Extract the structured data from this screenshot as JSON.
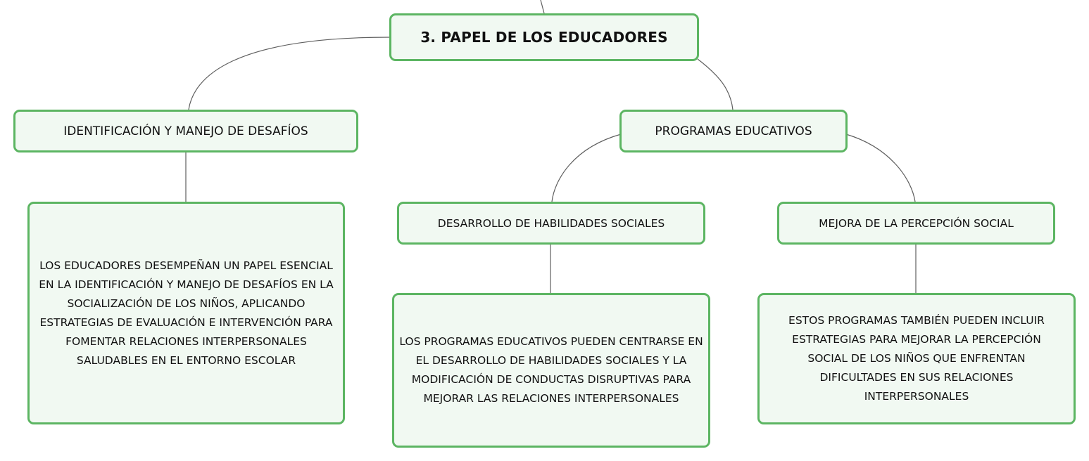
{
  "diagram": {
    "type": "concept-map",
    "colors": {
      "node_border": "#5cb562",
      "node_fill": "#f1f9f2",
      "connector": "#5f5f5f"
    },
    "nodes": {
      "root": "3. PAPEL DE LOS EDUCADORES",
      "identificacion": "IDENTIFICACIÓN Y MANEJO DE DESAFÍOS",
      "programas": "PROGRAMAS EDUCATIVOS",
      "habilidades": "DESARROLLO DE HABILIDADES SOCIALES",
      "percepcion": "MEJORA DE LA PERCEPCIÓN SOCIAL",
      "identificacion_detail": "LOS EDUCADORES DESEMPEÑAN UN PAPEL ESENCIAL EN LA IDENTIFICACIÓN Y MANEJO DE DESAFÍOS EN LA SOCIALIZACIÓN DE LOS NIÑOS, APLICANDO ESTRATEGIAS DE EVALUACIÓN E INTERVENCIÓN PARA FOMENTAR RELACIONES INTERPERSONALES SALUDABLES EN EL ENTORNO ESCOLAR",
      "habilidades_detail": "LOS PROGRAMAS EDUCATIVOS PUEDEN CENTRARSE EN EL DESARROLLO DE HABILIDADES SOCIALES Y LA MODIFICACIÓN DE CONDUCTAS DISRUPTIVAS PARA MEJORAR LAS RELACIONES INTERPERSONALES",
      "percepcion_detail": "ESTOS PROGRAMAS TAMBIÉN PUEDEN INCLUIR ESTRATEGIAS PARA MEJORAR LA PERCEPCIÓN SOCIAL DE LOS NIÑOS QUE ENFRENTAN DIFICULTADES EN SUS RELACIONES INTERPERSONALES"
    },
    "edges": [
      [
        "root",
        "identificacion"
      ],
      [
        "root",
        "programas"
      ],
      [
        "identificacion",
        "identificacion_detail"
      ],
      [
        "programas",
        "habilidades"
      ],
      [
        "programas",
        "percepcion"
      ],
      [
        "habilidades",
        "habilidades_detail"
      ],
      [
        "percepcion",
        "percepcion_detail"
      ]
    ]
  }
}
